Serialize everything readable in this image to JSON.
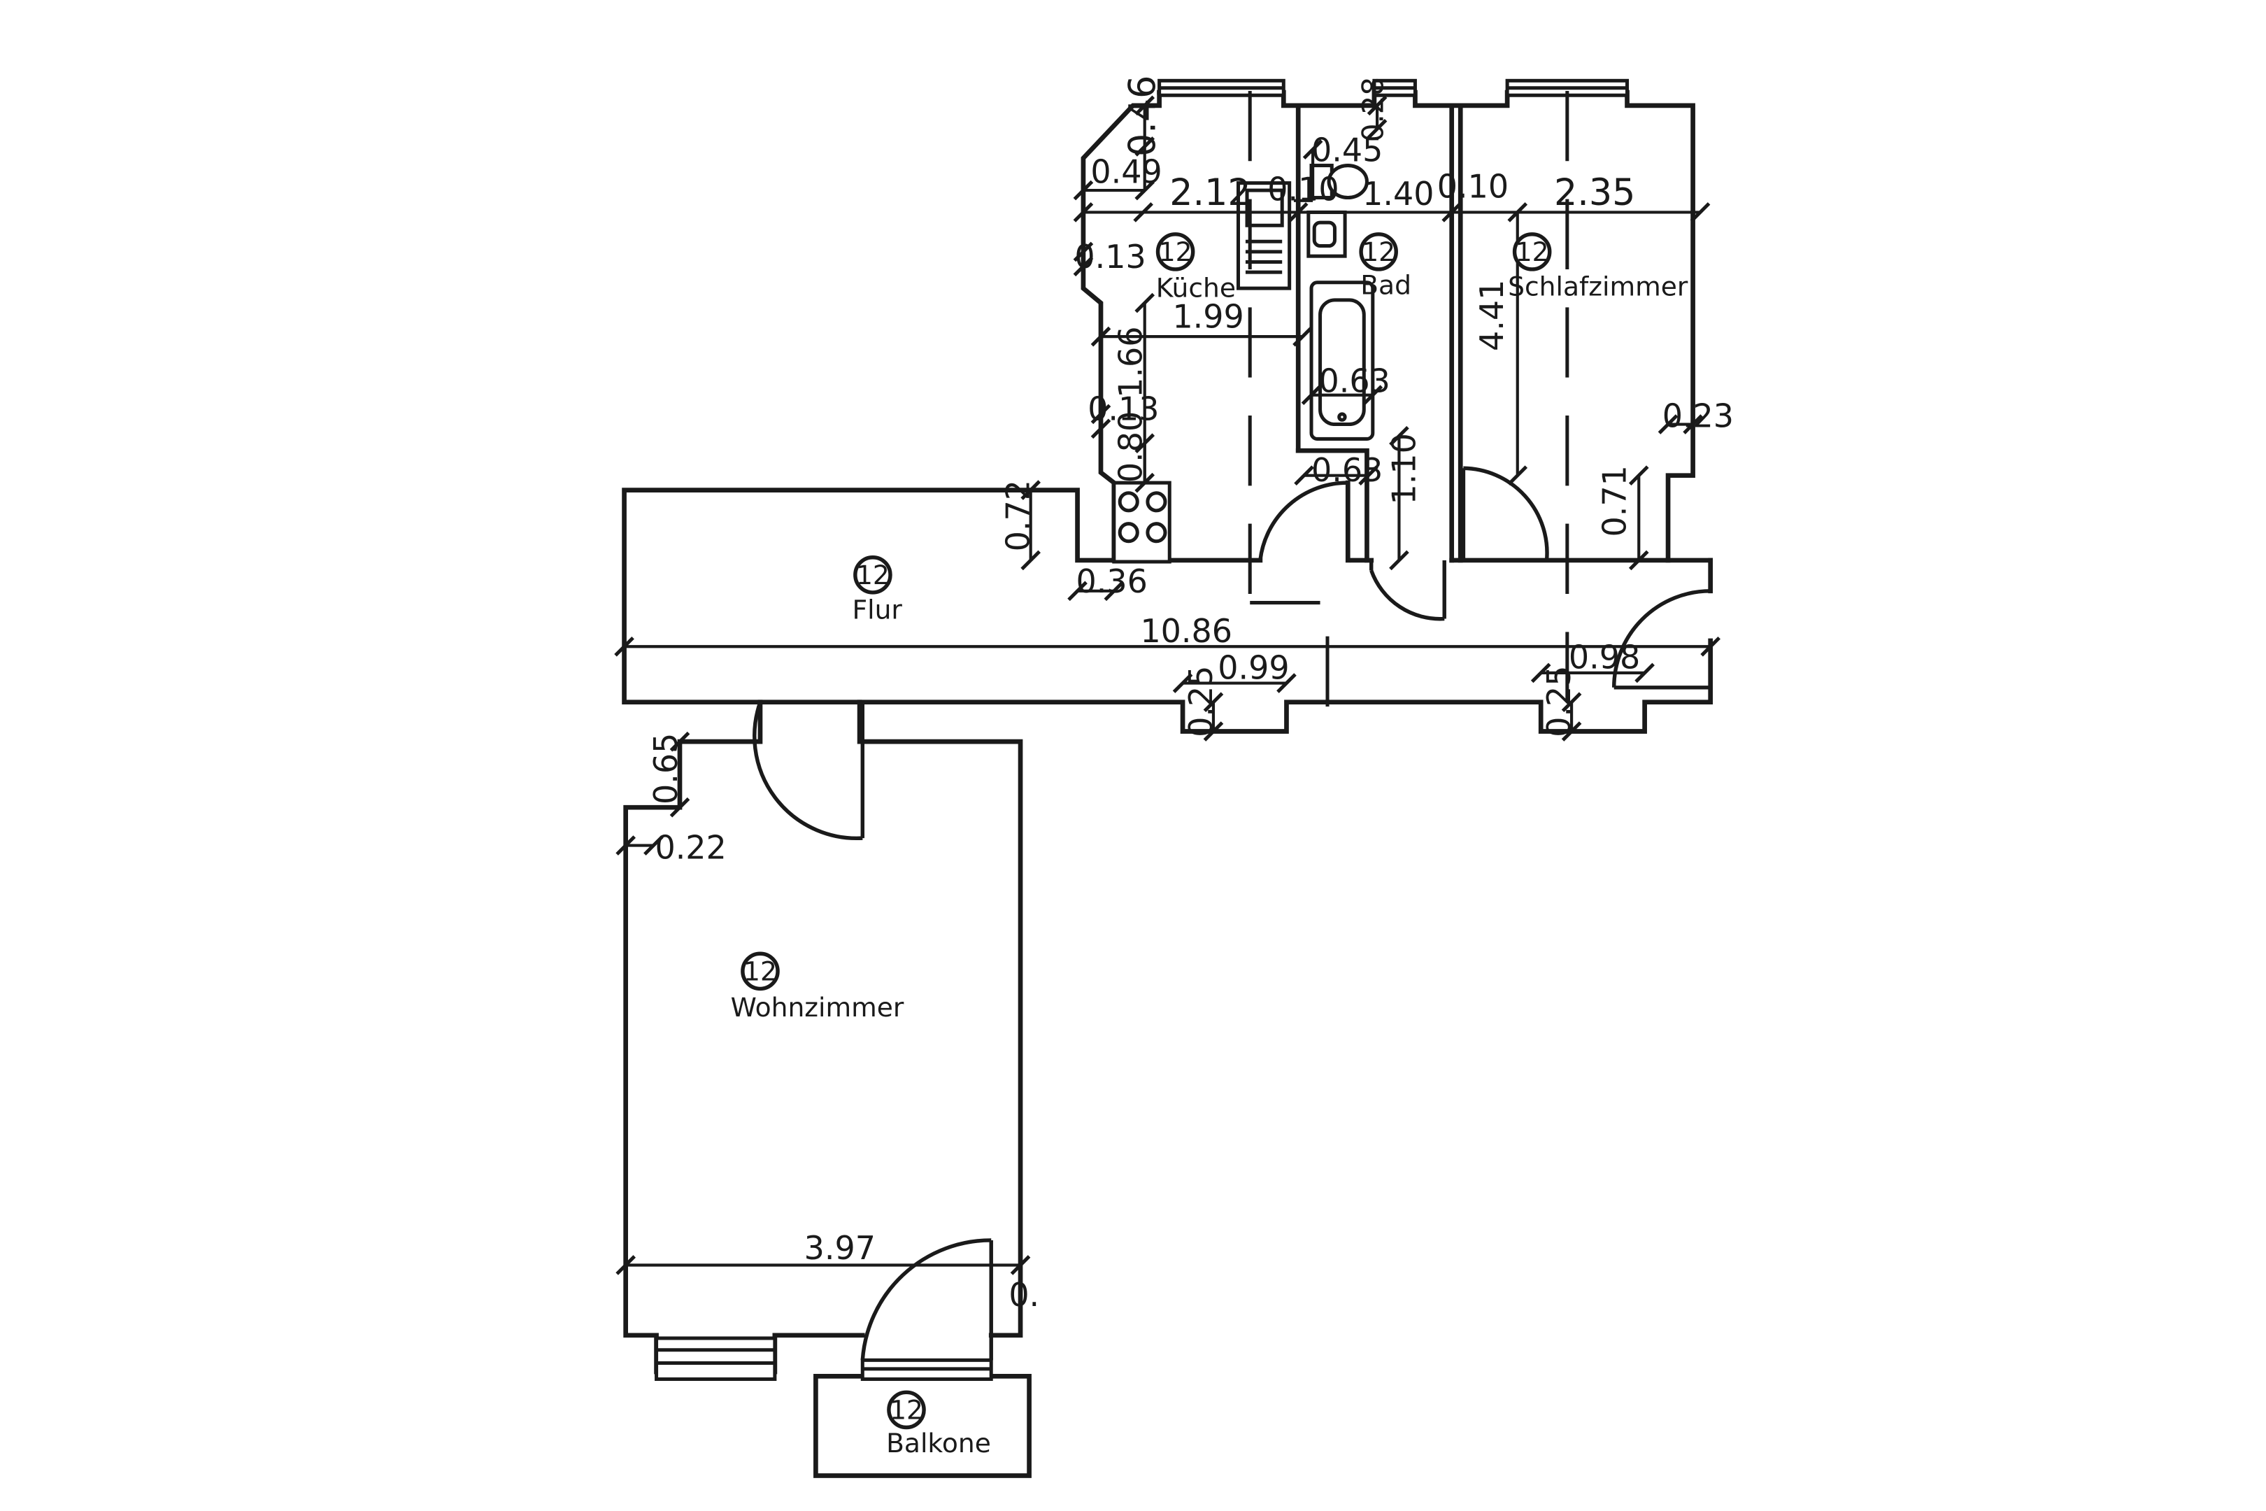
{
  "rooms": {
    "kueche": {
      "number": "12",
      "name": "Küche"
    },
    "bad": {
      "number": "12",
      "name": "Bad"
    },
    "schlafzimmer": {
      "number": "12",
      "name": "Schlafzimmer"
    },
    "flur": {
      "number": "12",
      "name": "Flur"
    },
    "wohnzimmer": {
      "number": "12",
      "name": "Wohnzimmer"
    },
    "balkone": {
      "number": "12",
      "name": "Balkone"
    }
  },
  "dimensions": {
    "d_0_46": "0.46",
    "d_0_28": "0.28",
    "d_0_45": "0.45",
    "d_0_49": "0.49",
    "d_2_12": "2.12",
    "d_0_10_a": "0.10",
    "d_1_40": "1.40",
    "d_0_10_b": "0.10",
    "d_2_35": "2.35",
    "d_0_13_a": "0.13",
    "d_1_99": "1.99",
    "d_4_41": "4.41",
    "d_1_66": "1.66",
    "d_0_63_a": "0.63",
    "d_0_13_b": "0.13",
    "d_0_23": "0.23",
    "d_0_80": "0.80",
    "d_0_63_b": "0.63",
    "d_1_10": "1.10",
    "d_0_72": "0.72",
    "d_0_71": "0.71",
    "d_0_36": "0.36",
    "d_10_86": "10.86",
    "d_0_99": "0.99",
    "d_0_98": "0.98",
    "d_0_25_a": "0.25",
    "d_0_25_b": "0.25",
    "d_0_65": "0.65",
    "d_0_22": "0.22",
    "d_3_97": "3.97",
    "d_0_cut": "0."
  }
}
